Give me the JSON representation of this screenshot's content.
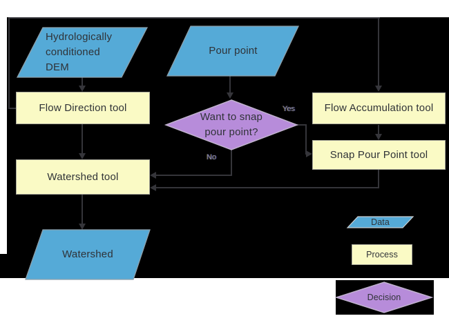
{
  "palette": {
    "data_fill": "#55AAD7",
    "data_stroke": "#8C9FAA",
    "process_fill": "#FAFAC5",
    "process_stroke": "#A8A89C",
    "decision_fill": "#B78CDA",
    "decision_stroke": "#C0B2CE",
    "line_color": "#35353A",
    "text_color": "#2F3237",
    "canvas_bg": "#000000",
    "page_bg": "#FFFFFF"
  },
  "nodes": {
    "dem": {
      "type": "data",
      "lines": [
        "Hydrologically",
        "conditioned",
        "DEM"
      ]
    },
    "pour_point": {
      "type": "data",
      "label": "Pour point"
    },
    "flow_direction": {
      "type": "process",
      "label": "Flow Direction tool"
    },
    "flow_accumulation": {
      "type": "process",
      "label": "Flow Accumulation tool"
    },
    "decision": {
      "type": "decision",
      "lines": [
        "Want to snap",
        "pour point?"
      ]
    },
    "snap_pour_point": {
      "type": "process",
      "label": "Snap Pour Point tool"
    },
    "watershed_tool": {
      "type": "process",
      "label": "Watershed tool"
    },
    "watershed": {
      "type": "data",
      "label": "Watershed"
    }
  },
  "edges": {
    "yes_label": "Yes",
    "no_label": "No"
  },
  "legend": {
    "data_label": "Data",
    "process_label": "Process",
    "decision_label": "Decision"
  }
}
